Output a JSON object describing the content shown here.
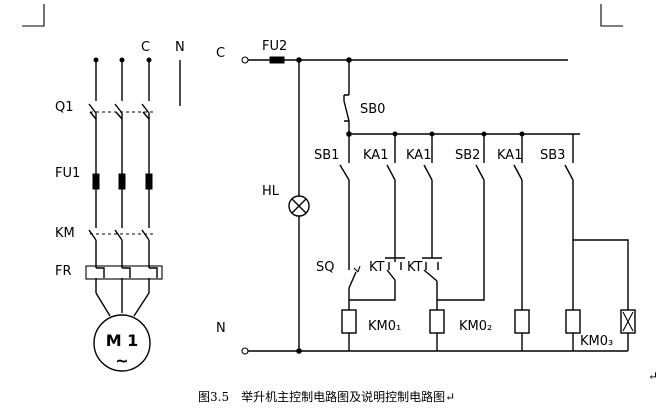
{
  "left_circuit": {
    "phase_c": "C",
    "neutral_n": "N",
    "breaker": "Q1",
    "fuse": "FU1",
    "contactor": "KM",
    "overload": "FR",
    "motor_line1": "M 1",
    "motor_line2": "~"
  },
  "control_circuit": {
    "rail_c": "C",
    "rail_n": "N",
    "fuse": "FU2",
    "stop_button": "SB0",
    "lamp": "HL",
    "switches": [
      "SB1",
      "KA1",
      "KA1",
      "SB2",
      "KA1",
      "SB3"
    ],
    "limit_switch": "SQ",
    "timer_contact_1": "KT",
    "timer_contact_2": "KT",
    "coil_1": "KM0₁",
    "coil_2": "KM0₂",
    "coil_3": "KM0₃"
  },
  "caption": "图3.5　举升机主控制电路图及说明控制电路图↵",
  "page_mark": "↵"
}
